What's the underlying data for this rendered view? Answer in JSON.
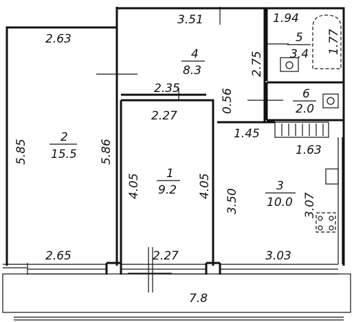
{
  "rooms": [
    {
      "id": "room-1",
      "number": "1",
      "area": "9.2"
    },
    {
      "id": "room-2",
      "number": "2",
      "area": "15.5"
    },
    {
      "id": "room-3",
      "number": "3",
      "area": "10.0"
    },
    {
      "id": "room-4",
      "number": "4",
      "area": "8.3"
    },
    {
      "id": "room-5",
      "number": "5",
      "area": "3.4"
    },
    {
      "id": "room-6",
      "number": "6",
      "area": "2.0"
    }
  ],
  "dimensions": {
    "d_263": "2.63",
    "d_351": "3.51",
    "d_194": "1.94",
    "d_177": "1.77",
    "d_275": "2.75",
    "d_235": "2.35",
    "d_056": "0.56",
    "d_227_top": "2.27",
    "d_145": "1.45",
    "d_163": "1.63",
    "d_585": "5.85",
    "d_586": "5.86",
    "d_405_left": "4.05",
    "d_405_right": "4.05",
    "d_350": "3.50",
    "d_307": "3.07",
    "d_265": "2.65",
    "d_227_bottom": "2.27",
    "d_303": "3.03",
    "d_78": "7.8"
  }
}
